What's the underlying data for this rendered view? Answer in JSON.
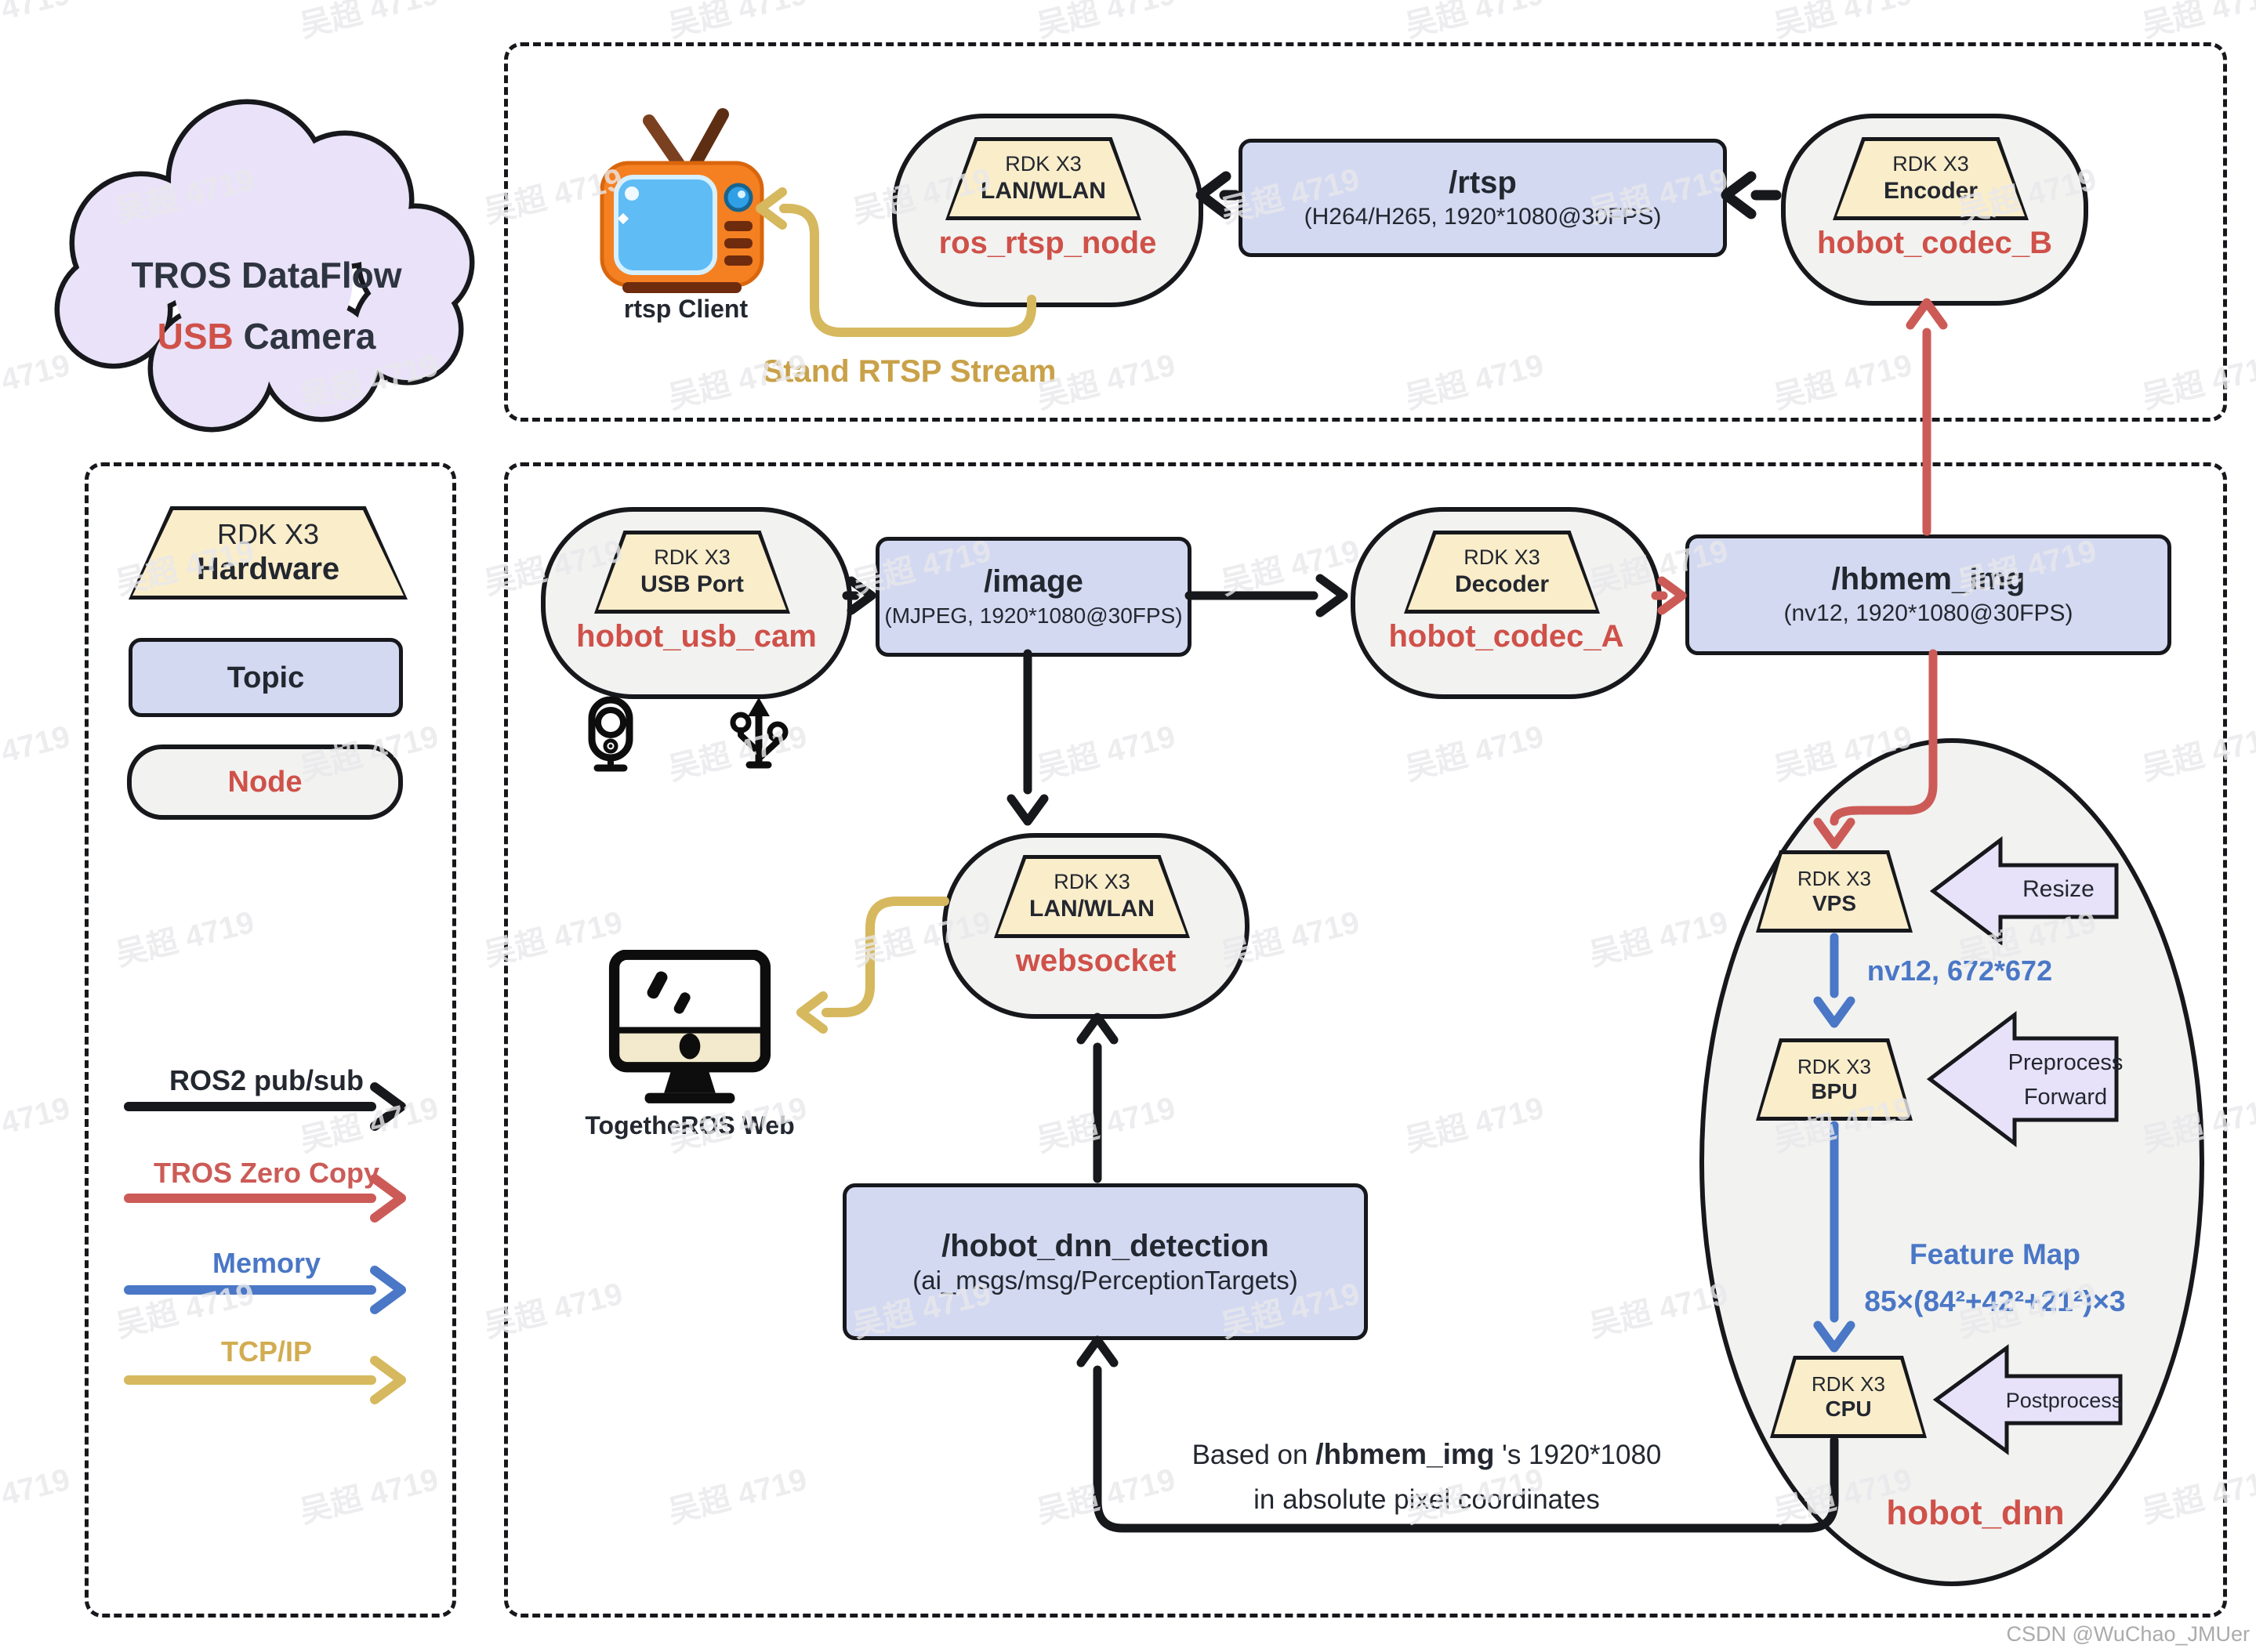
{
  "watermark": {
    "text": "吴超 4719",
    "credit": "CSDN @WuChao_JMUer"
  },
  "colors": {
    "outline_black": "#17181C",
    "node_name_red": "#CF5149",
    "zero_copy_red": "#CC5B57",
    "memory_blue": "#4A77C6",
    "tcpip_gold": "#D6B85E",
    "topic_fill": "#D3D9F1",
    "hardware_fill": "#FAEDCA",
    "node_fill": "#F2F2F1",
    "block_arrow_fill": "#E7E2F9",
    "cloud_fill": "#E9E2F8"
  },
  "cloud": {
    "line1": "TROS DataFlow",
    "line2_accent": "USB",
    "line2_rest": " Camera"
  },
  "legend": {
    "hardware": {
      "line1": "RDK X3",
      "line2": "Hardware"
    },
    "topic": "Topic",
    "node": "Node",
    "ros2": "ROS2 pub/sub",
    "zero_copy": "TROS Zero Copy",
    "memory": "Memory",
    "tcpip": "TCP/IP"
  },
  "rtsp": {
    "client": "rtsp Client",
    "stream": "Stand RTSP Stream",
    "node_rtsp": {
      "hw1": "RDK X3",
      "hw2": "LAN/WLAN",
      "name": "ros_rtsp_node"
    },
    "topic_rtsp": {
      "title": "/rtsp",
      "subtitle": "(H264/H265, 1920*1080@30FPS)"
    },
    "node_codec_b": {
      "hw1": "RDK X3",
      "hw2": "Encoder",
      "name": "hobot_codec_B"
    }
  },
  "main": {
    "node_usb": {
      "hw1": "RDK X3",
      "hw2": "USB Port",
      "name": "hobot_usb_cam"
    },
    "topic_image": {
      "title": "/image",
      "subtitle": "(MJPEG, 1920*1080@30FPS)"
    },
    "node_codec_a": {
      "hw1": "RDK X3",
      "hw2": "Decoder",
      "name": "hobot_codec_A"
    },
    "topic_hbmem": {
      "title": "/hbmem_img",
      "subtitle": "(nv12, 1920*1080@30FPS)"
    },
    "node_websocket": {
      "hw1": "RDK X3",
      "hw2": "LAN/WLAN",
      "name": "websocket"
    },
    "web_label": "TogetheROS Web",
    "topic_detection": {
      "title": "/hobot_dnn_detection",
      "subtitle": "(ai_msgs/msg/PerceptionTargets)"
    },
    "note": {
      "prefix": "Based on ",
      "topic": "/hbmem_img",
      "suffix": " 's 1920*1080",
      "line2": "in absolute pixel coordinates"
    }
  },
  "dnn": {
    "vps": {
      "hw1": "RDK X3",
      "hw2": "VPS"
    },
    "bpu": {
      "hw1": "RDK X3",
      "hw2": "BPU"
    },
    "cpu": {
      "hw1": "RDK X3",
      "hw2": "CPU"
    },
    "resize": "Resize",
    "pre1": "Preprocess",
    "pre2": "Forward",
    "post": "Postprocess",
    "nv12": "nv12, 672*672",
    "feat1": "Feature Map",
    "feat2": "85×(84²+42²+21²)×3",
    "name": "hobot_dnn"
  }
}
